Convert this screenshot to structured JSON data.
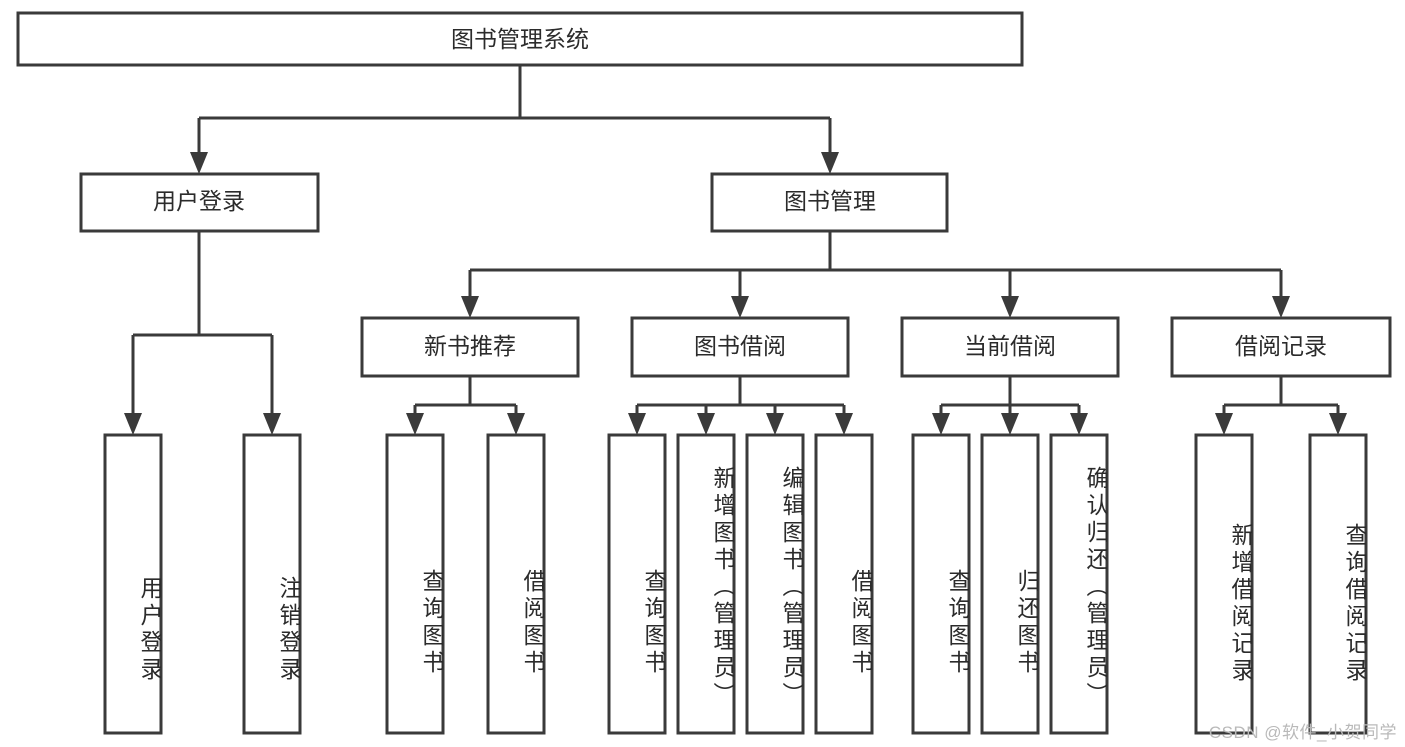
{
  "diagram": {
    "title": "图书管理系统",
    "type": "tree-hierarchy",
    "watermark": "CSDN @软件_小贺同学",
    "colors": {
      "stroke": "#3a3a3a",
      "box_fill": "#ffffff",
      "text": "#2b2b2b",
      "background": "#ffffff",
      "watermark": "#b9b9b9"
    },
    "levels": [
      {
        "level": 1,
        "nodes": [
          {
            "id": "root",
            "label": "图书管理系统",
            "orientation": "horizontal"
          }
        ]
      },
      {
        "level": 2,
        "nodes": [
          {
            "id": "user-login",
            "label": "用户登录",
            "orientation": "horizontal",
            "parent": "root"
          },
          {
            "id": "book-manage",
            "label": "图书管理",
            "orientation": "horizontal",
            "parent": "root"
          }
        ]
      },
      {
        "level": 3,
        "nodes": [
          {
            "id": "new-book-rec",
            "label": "新书推荐",
            "orientation": "horizontal",
            "parent": "book-manage"
          },
          {
            "id": "book-borrow",
            "label": "图书借阅",
            "orientation": "horizontal",
            "parent": "book-manage"
          },
          {
            "id": "current-borrow",
            "label": "当前借阅",
            "orientation": "horizontal",
            "parent": "book-manage"
          },
          {
            "id": "borrow-record",
            "label": "借阅记录",
            "orientation": "horizontal",
            "parent": "book-manage"
          }
        ]
      },
      {
        "level": 4,
        "nodes": [
          {
            "id": "leaf-user-login",
            "label": "用户登录",
            "orientation": "vertical",
            "parent": "user-login"
          },
          {
            "id": "leaf-user-logout",
            "label": "注销登录",
            "orientation": "vertical",
            "parent": "user-login"
          },
          {
            "id": "leaf-query-book-1",
            "label": "查询图书",
            "orientation": "vertical",
            "parent": "new-book-rec"
          },
          {
            "id": "leaf-borrow-book-1",
            "label": "借阅图书",
            "orientation": "vertical",
            "parent": "new-book-rec"
          },
          {
            "id": "leaf-query-book-2",
            "label": "查询图书",
            "orientation": "vertical",
            "parent": "book-borrow"
          },
          {
            "id": "leaf-add-book",
            "label": "新增图书（管理员）",
            "orientation": "vertical",
            "parent": "book-borrow"
          },
          {
            "id": "leaf-edit-book",
            "label": "编辑图书（管理员）",
            "orientation": "vertical",
            "parent": "book-borrow"
          },
          {
            "id": "leaf-borrow-book-2",
            "label": "借阅图书",
            "orientation": "vertical",
            "parent": "book-borrow"
          },
          {
            "id": "leaf-query-book-3",
            "label": "查询图书",
            "orientation": "vertical",
            "parent": "current-borrow"
          },
          {
            "id": "leaf-return-book",
            "label": "归还图书",
            "orientation": "vertical",
            "parent": "current-borrow"
          },
          {
            "id": "leaf-confirm-return",
            "label": "确认归还（管理员）",
            "orientation": "vertical",
            "parent": "current-borrow"
          },
          {
            "id": "leaf-add-record",
            "label": "新增借阅记录",
            "orientation": "vertical",
            "parent": "borrow-record"
          },
          {
            "id": "leaf-query-record",
            "label": "查询借阅记录",
            "orientation": "vertical",
            "parent": "borrow-record"
          }
        ]
      }
    ]
  }
}
